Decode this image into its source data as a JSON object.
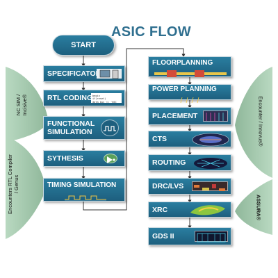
{
  "title": "ASIC FLOW",
  "start_label": "START",
  "left_steps": [
    {
      "label": "SPECIFICATON",
      "icon": "computer-icon"
    },
    {
      "label": "RTL CODING",
      "icon": "code-snippet-icon",
      "code_text": "begin\nif(reset)\ndata_bus <= 'h0C"
    },
    {
      "label": "FUNCTIONAL SIMULATION",
      "icon": "waveform-icon"
    },
    {
      "label": "SYTHESIS",
      "icon": "logic-gate-icon"
    },
    {
      "label": "TIMING SIMULATION",
      "icon": "timing-waveform-icon"
    }
  ],
  "right_steps": [
    {
      "label": "FLOORPLANNING",
      "icon": "floorplan-icon"
    },
    {
      "label": "POWER PLANNING",
      "icon": "power-grid-icon"
    },
    {
      "label": "PLACEMENT",
      "icon": "placement-icon"
    },
    {
      "label": "CTS",
      "icon": "clock-tree-icon"
    },
    {
      "label": "ROUTING",
      "icon": "routing-icon"
    },
    {
      "label": "DRC/LVS",
      "icon": "drc-lvs-icon"
    },
    {
      "label": "XRC",
      "icon": "xrc-icon"
    },
    {
      "label": "GDS II",
      "icon": "gds-layout-icon"
    }
  ],
  "side_labels": {
    "left_top_line1": "NC SIM /",
    "left_top_line2": "Incisive®",
    "left_bottom_line1": "Encounters RTL Compiler",
    "left_bottom_line2": "/ Genus",
    "right_top": "Encounter / Innovus®",
    "right_bottom": "ASSURA®"
  },
  "colors": {
    "step_fill": "#226f91",
    "tool_panel": "#a2c6ad",
    "title": "#2f6f8f"
  }
}
